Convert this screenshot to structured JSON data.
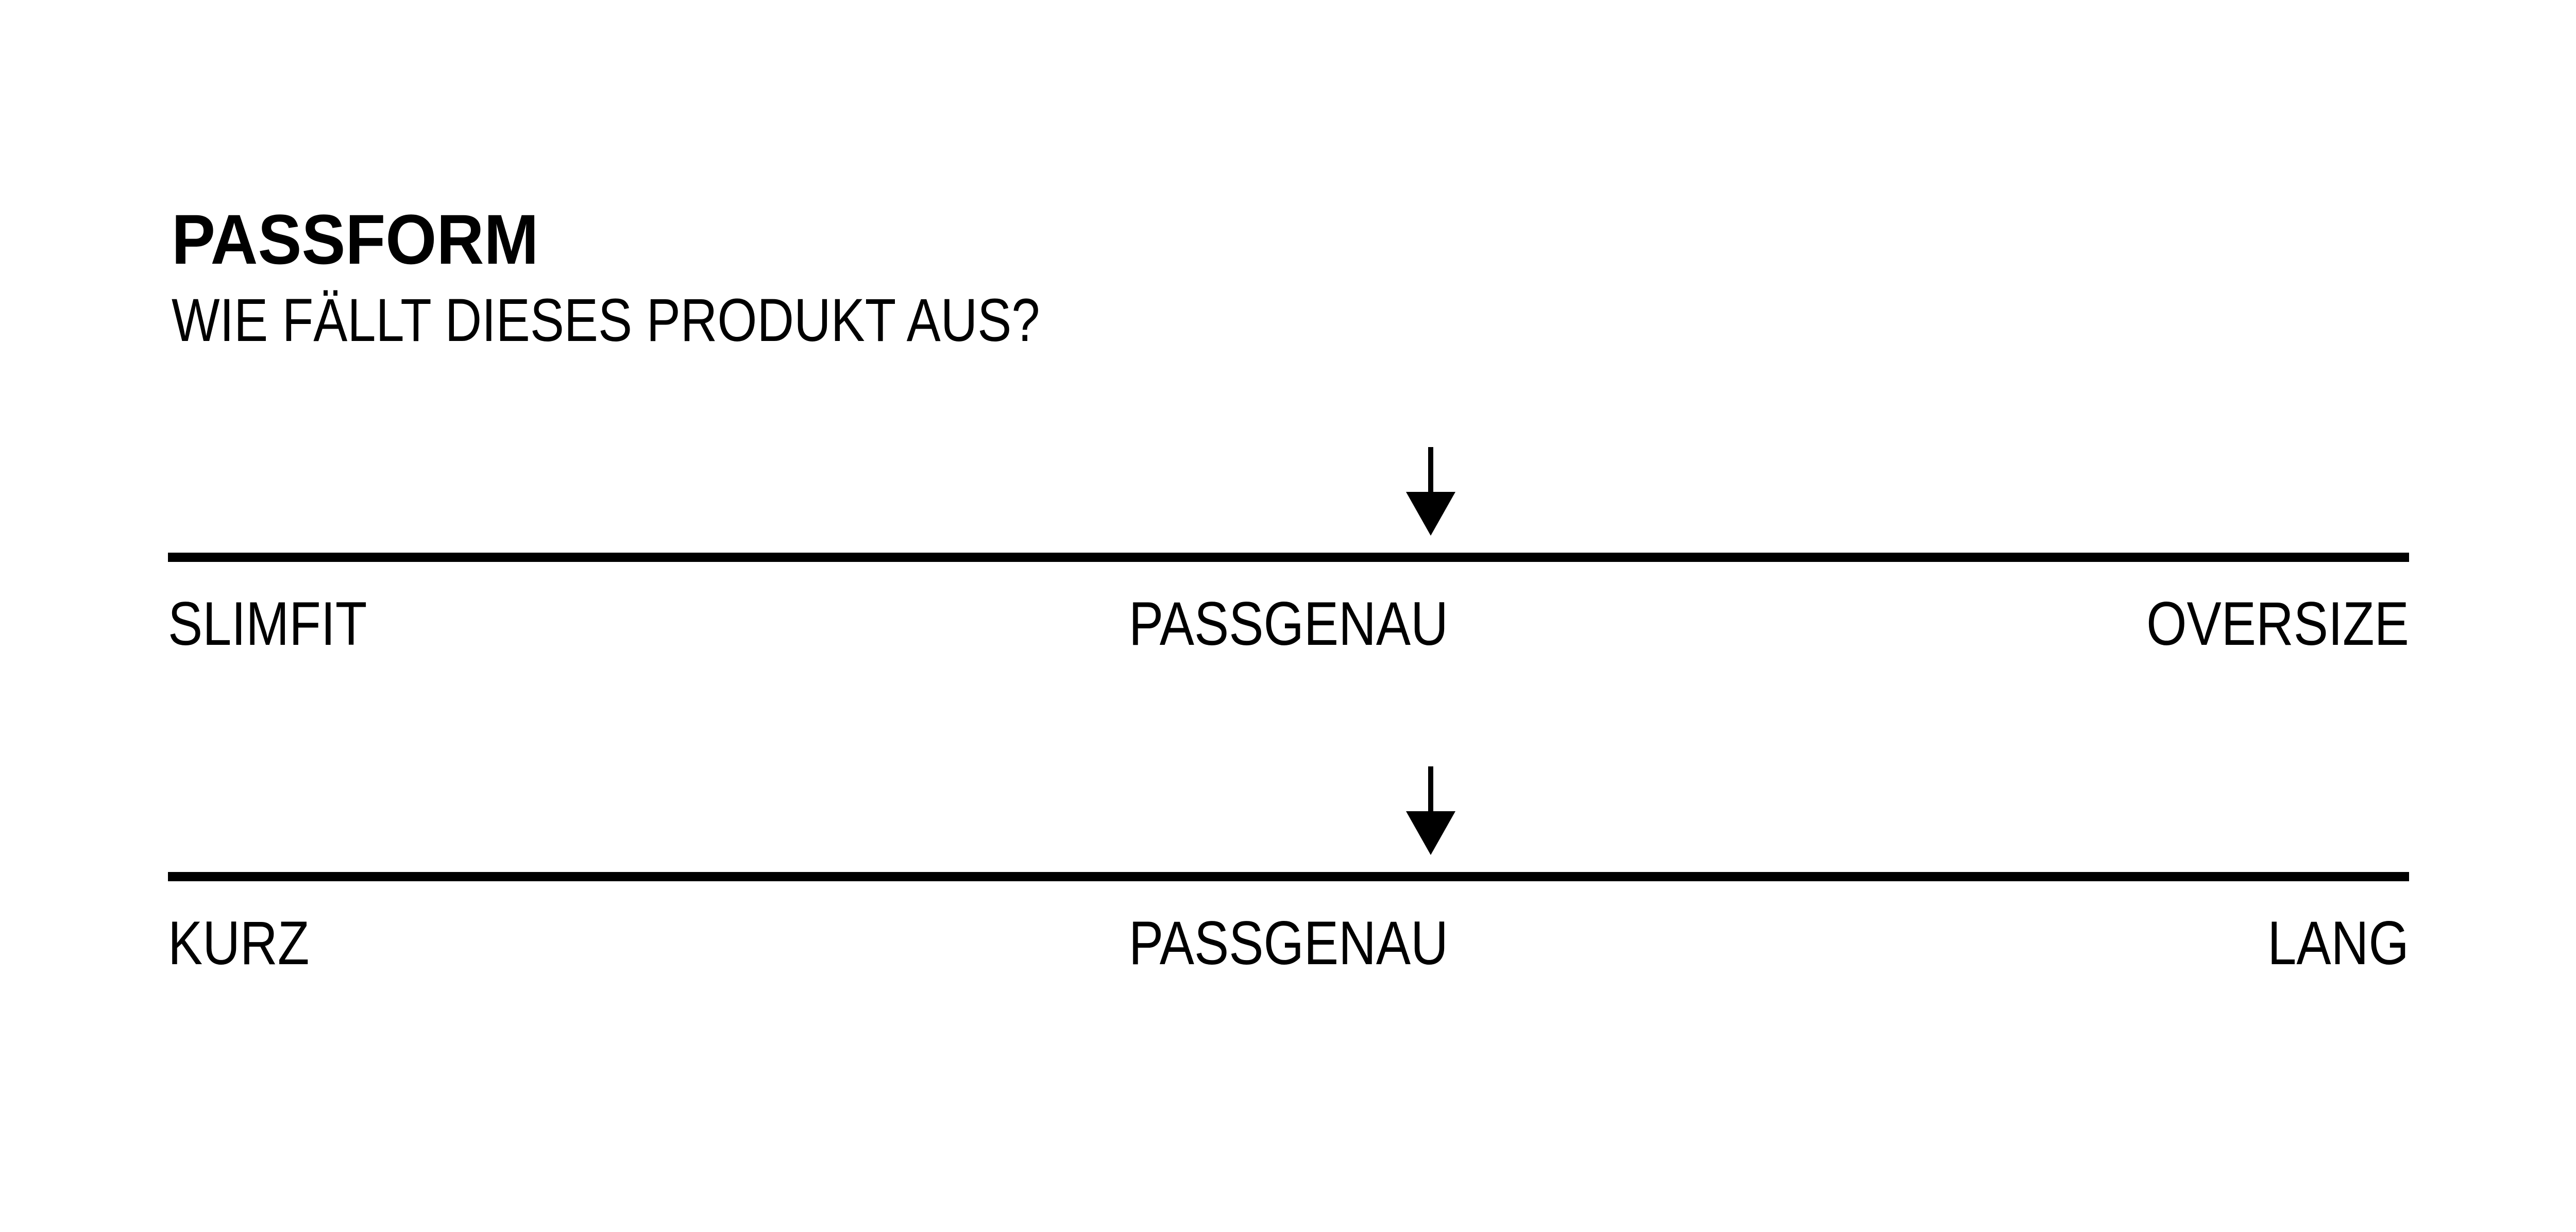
{
  "page": {
    "background_color": "#ffffff",
    "text_color": "#000000"
  },
  "header": {
    "title": "PASSFORM",
    "subtitle": "WIE FÄLLT DIESES PRODUKT AUS?"
  },
  "icons": {
    "marker": "down-arrow"
  },
  "scales": [
    {
      "left_label": "SLIMFIT",
      "center_label": "PASSGENAU",
      "right_label": "OVERSIZE",
      "marker_position_pct": 56.35
    },
    {
      "left_label": "KURZ",
      "center_label": "PASSGENAU",
      "right_label": "LANG",
      "marker_position_pct": 56.35
    }
  ]
}
